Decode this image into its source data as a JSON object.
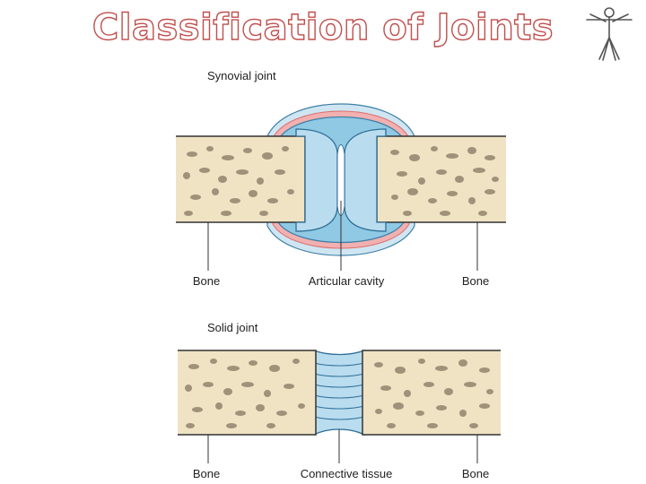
{
  "title": "Classification of Joints",
  "logo": {
    "icon": "vitruvian-man-icon"
  },
  "synovial": {
    "caption": "Synovial joint",
    "label_left": "Bone",
    "label_center": "Articular cavity",
    "label_right": "Bone"
  },
  "solid": {
    "caption": "Solid joint",
    "label_left": "Bone",
    "label_center": "Connective tissue",
    "label_right": "Bone"
  },
  "colors": {
    "title_outline": "#c0504d",
    "bone_fill": "#efe3c4",
    "trabecula": "#a0927a",
    "cartilage": "#b9dcef",
    "cavity": "#8fc9e4",
    "capsule_red": "#e88c8c"
  }
}
